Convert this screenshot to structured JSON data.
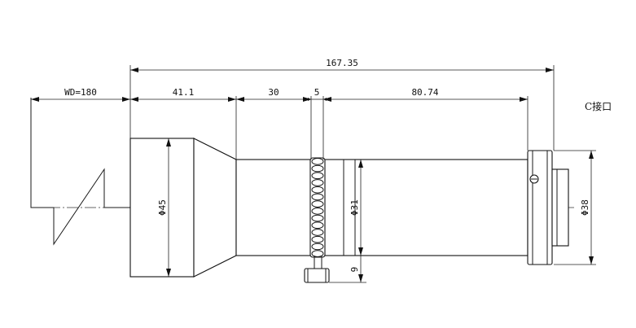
{
  "dimensions": {
    "overall_length": "167.35",
    "working_distance": "WD=180",
    "front_section": "41.1",
    "mid_section": "30",
    "ring_width": "5",
    "rear_section": "80.74",
    "front_diameter": "Φ45",
    "barrel_diameter": "Φ31",
    "mount_diameter": "Φ38",
    "knob_height": "9"
  },
  "labels": {
    "mount_type": "C接口"
  }
}
